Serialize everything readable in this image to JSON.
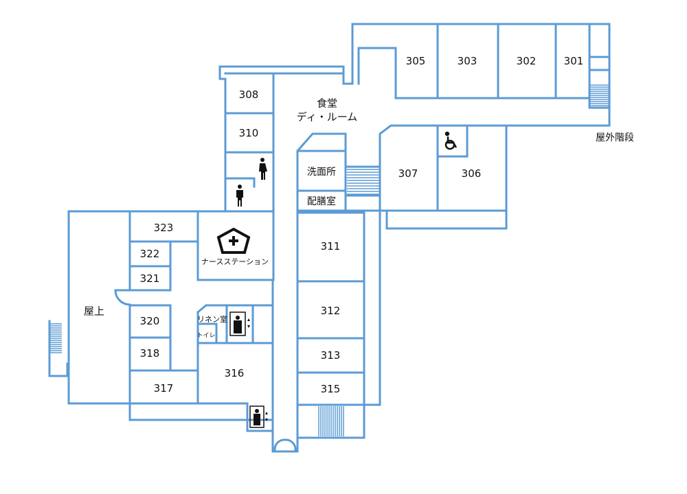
{
  "rooms": {
    "r301": "301",
    "r302": "302",
    "r303": "303",
    "r305": "305",
    "r306": "306",
    "r307": "307",
    "r308": "308",
    "r310": "310",
    "r311": "311",
    "r312": "312",
    "r313": "313",
    "r315": "315",
    "r316": "316",
    "r317": "317",
    "r318": "318",
    "r320": "320",
    "r321": "321",
    "r322": "322",
    "r323": "323"
  },
  "areas": {
    "dining_line1": "食堂",
    "dining_line2": "ディ・ルーム",
    "outdoor_stairs": "屋外階段",
    "washroom": "洗面所",
    "pantry": "配膳室",
    "nurse_station": "ナースステーション",
    "linen": "リネン室",
    "toilet": "トイレ",
    "rooftop": "屋上"
  },
  "colors": {
    "wall": "#5b9bd5"
  }
}
